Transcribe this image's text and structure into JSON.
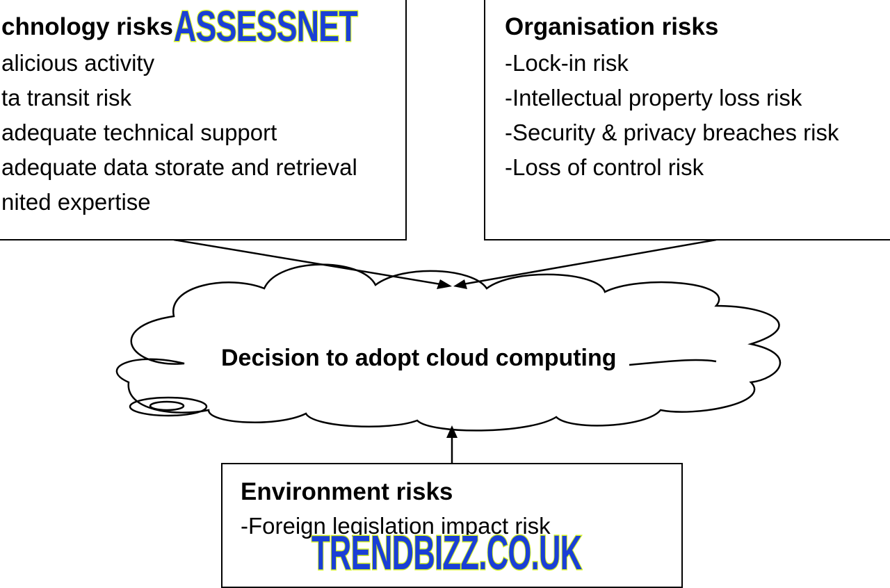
{
  "technology": {
    "title": "chnology risks",
    "items": [
      "alicious activity",
      "ta transit risk",
      "adequate technical support",
      "adequate data storate and retrieval",
      "nited expertise"
    ]
  },
  "organisation": {
    "title": "Organisation risks",
    "items": [
      "-Lock-in risk",
      "-Intellectual property loss risk",
      "-Security & privacy breaches risk",
      "-Loss of control risk"
    ]
  },
  "environment": {
    "title": "Environment risks",
    "items": [
      "-Foreign legislation impact risk"
    ]
  },
  "decision": {
    "label": "Decision to adopt cloud computing"
  },
  "watermarks": {
    "top": "ASSESSNET",
    "bottom": "TRENDBIZZ.CO.UK"
  }
}
